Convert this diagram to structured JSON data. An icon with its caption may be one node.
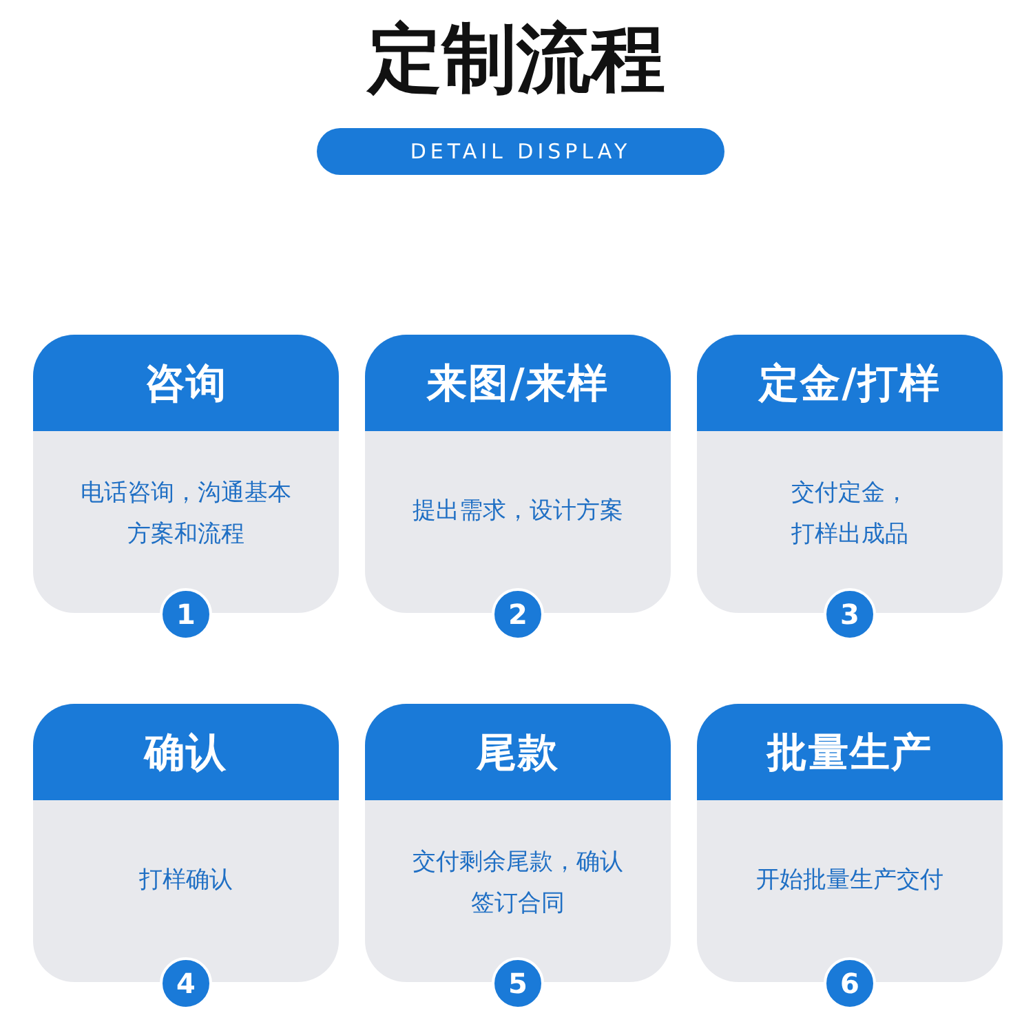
{
  "diagram": {
    "title": "定制流程",
    "labels": [
      "DETAIL DISPLAY"
    ],
    "nodes": [
      {
        "text": [
          "咨询",
          "电话咨询，沟通基本方案和流程"
        ],
        "beside": [
          "1"
        ]
      },
      {
        "text": [
          "来图/来样",
          "提出需求，设计方案"
        ],
        "beside": [
          "2"
        ]
      },
      {
        "text": [
          "定金/打样",
          "交付定金，打样出成品"
        ],
        "beside": [
          "3"
        ]
      },
      {
        "text": [
          "确认",
          "打样确认"
        ],
        "beside": [
          "4"
        ]
      },
      {
        "text": [
          "尾款",
          "交付剩余尾款，确认签订合同"
        ],
        "beside": [
          "5"
        ]
      },
      {
        "text": [
          "批量生产",
          "开始批量生产交付"
        ],
        "beside": [
          "6"
        ]
      }
    ]
  }
}
